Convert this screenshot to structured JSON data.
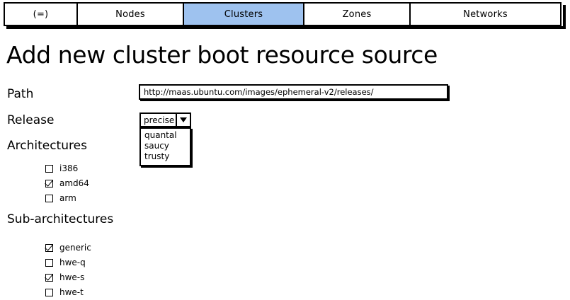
{
  "colors": {
    "accent_selected_tab": "#9ec2ef",
    "border": "#000000",
    "background": "#ffffff"
  },
  "tabs": [
    {
      "label": "(=)",
      "name": "menu",
      "selected": false
    },
    {
      "label": "Nodes",
      "name": "nodes",
      "selected": false
    },
    {
      "label": "Clusters",
      "name": "clusters",
      "selected": true
    },
    {
      "label": "Zones",
      "name": "zones",
      "selected": false
    },
    {
      "label": "Networks",
      "name": "networks",
      "selected": false
    }
  ],
  "page": {
    "title": "Add new cluster boot resource source"
  },
  "form": {
    "path": {
      "label": "Path",
      "value": "http://maas.ubuntu.com/images/ephemeral-v2/releases/"
    },
    "release": {
      "label": "Release",
      "selected": "precise",
      "expanded": true,
      "options": [
        "quantal",
        "saucy",
        "trusty"
      ]
    },
    "architectures": {
      "label": "Architectures",
      "items": [
        {
          "label": "i386",
          "checked": false
        },
        {
          "label": "amd64",
          "checked": true
        },
        {
          "label": "arm",
          "checked": false
        }
      ]
    },
    "sub_architectures": {
      "label": "Sub-architectures",
      "items": [
        {
          "label": "generic",
          "checked": true
        },
        {
          "label": "hwe-q",
          "checked": false
        },
        {
          "label": "hwe-s",
          "checked": true
        },
        {
          "label": "hwe-t",
          "checked": false
        }
      ]
    }
  }
}
